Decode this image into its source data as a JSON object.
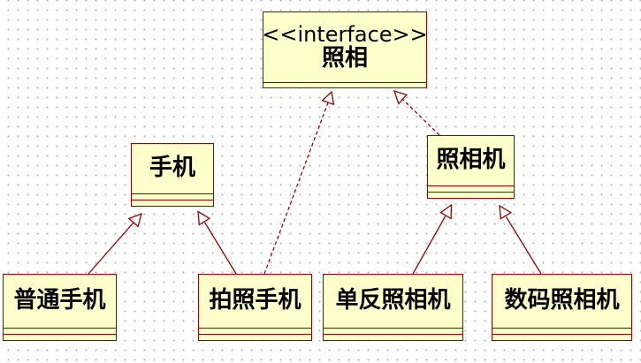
{
  "diagram": {
    "type": "uml-class-diagram",
    "colors": {
      "class_fill": "#ffffcc",
      "class_border": "#990000",
      "edge": "#990000",
      "text": "#000000",
      "grid_dot": "#b4b4b4"
    },
    "interface": {
      "stereotype": "<<interface>>",
      "name": "照相"
    },
    "classes": {
      "camera": "照相机",
      "phone": "手机",
      "normal_phone": "普通手机",
      "camera_phone": "拍照手机",
      "slr_camera": "单反照相机",
      "digital_camera": "数码照相机"
    },
    "relations": [
      {
        "from": "camera",
        "to": "interface",
        "kind": "realization",
        "line": "dashed"
      },
      {
        "from": "camera_phone",
        "to": "interface",
        "kind": "realization",
        "line": "dashed"
      },
      {
        "from": "normal_phone",
        "to": "phone",
        "kind": "generalization",
        "line": "solid"
      },
      {
        "from": "camera_phone",
        "to": "phone",
        "kind": "generalization",
        "line": "solid"
      },
      {
        "from": "slr_camera",
        "to": "camera",
        "kind": "generalization",
        "line": "solid"
      },
      {
        "from": "digital_camera",
        "to": "camera",
        "kind": "generalization",
        "line": "solid"
      }
    ]
  }
}
